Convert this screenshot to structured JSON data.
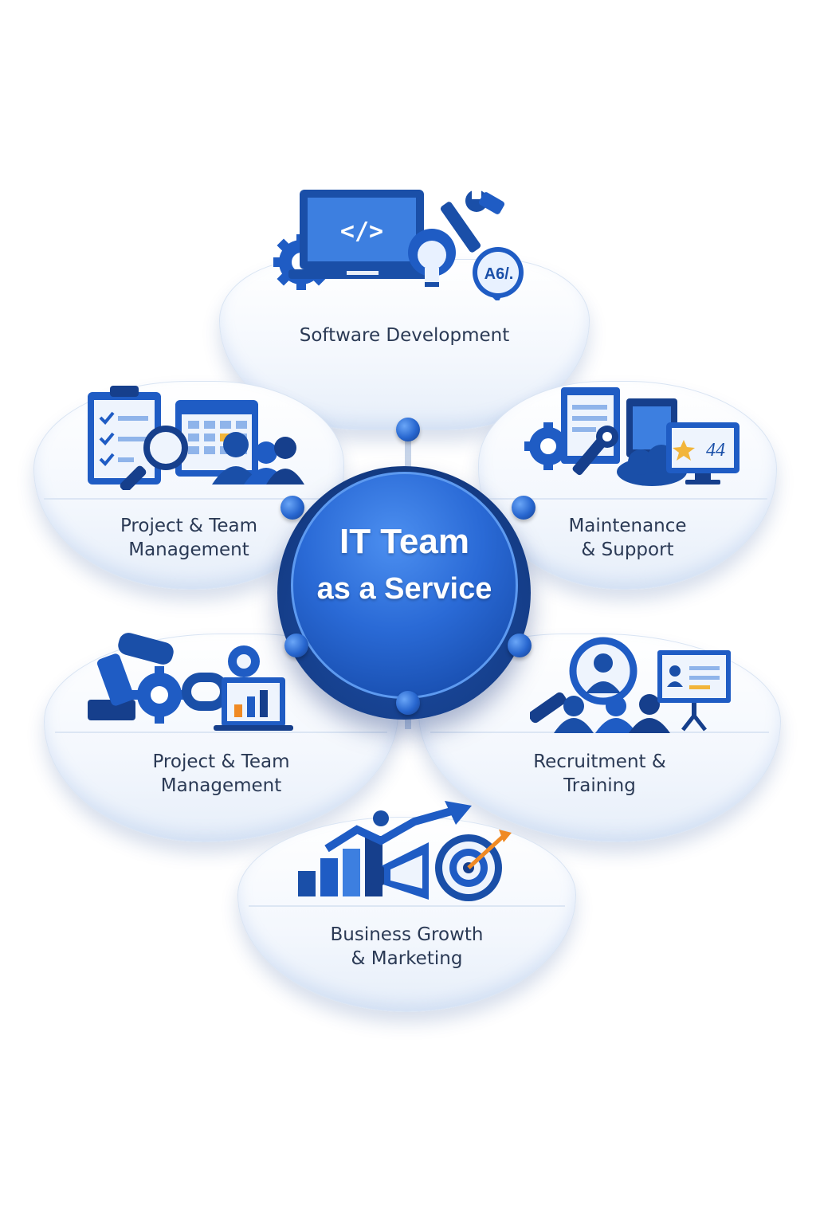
{
  "hub": {
    "line1": "IT Team",
    "line2": "as a Service"
  },
  "segments": {
    "top": {
      "label": "Software Development",
      "code_glyph": "</>",
      "badge_text": "A6/."
    },
    "left_upper": {
      "line1": "Project & Team",
      "line2": "Management"
    },
    "right_upper": {
      "line1": "Maintenance",
      "line2": "& Support",
      "screen_number": "44"
    },
    "left_lower": {
      "line1": "Project & Team",
      "line2": "Management"
    },
    "right_lower": {
      "line1": "Recruitment &",
      "line2": "Training"
    },
    "bottom": {
      "line1": "Business Growth",
      "line2": "& Marketing"
    }
  },
  "colors": {
    "primary_blue": "#1f5cc4",
    "dark_blue": "#143c86",
    "light_blue": "#6aa6f7",
    "label_text": "#2b3a55",
    "accent_orange": "#f08a24",
    "accent_gold": "#f2b53a"
  },
  "icons": {
    "top": [
      "gear-icon",
      "laptop-code-icon",
      "lightbulb-icon",
      "wrench-icon",
      "chat-bubble-icon"
    ],
    "left_upper": [
      "checklist-icon",
      "magnifier-icon",
      "calendar-icon",
      "team-icon"
    ],
    "right_upper": [
      "gear-icon",
      "documents-icon",
      "wrench-icon",
      "monitor-star-icon"
    ],
    "left_lower": [
      "robot-arm-icon",
      "gear-icon",
      "chat-icon",
      "chart-screen-icon"
    ],
    "right_lower": [
      "magnifier-person-icon",
      "team-icon",
      "presentation-board-icon"
    ],
    "bottom": [
      "bar-chart-icon",
      "trend-arrow-icon",
      "megaphone-icon",
      "target-icon"
    ]
  }
}
